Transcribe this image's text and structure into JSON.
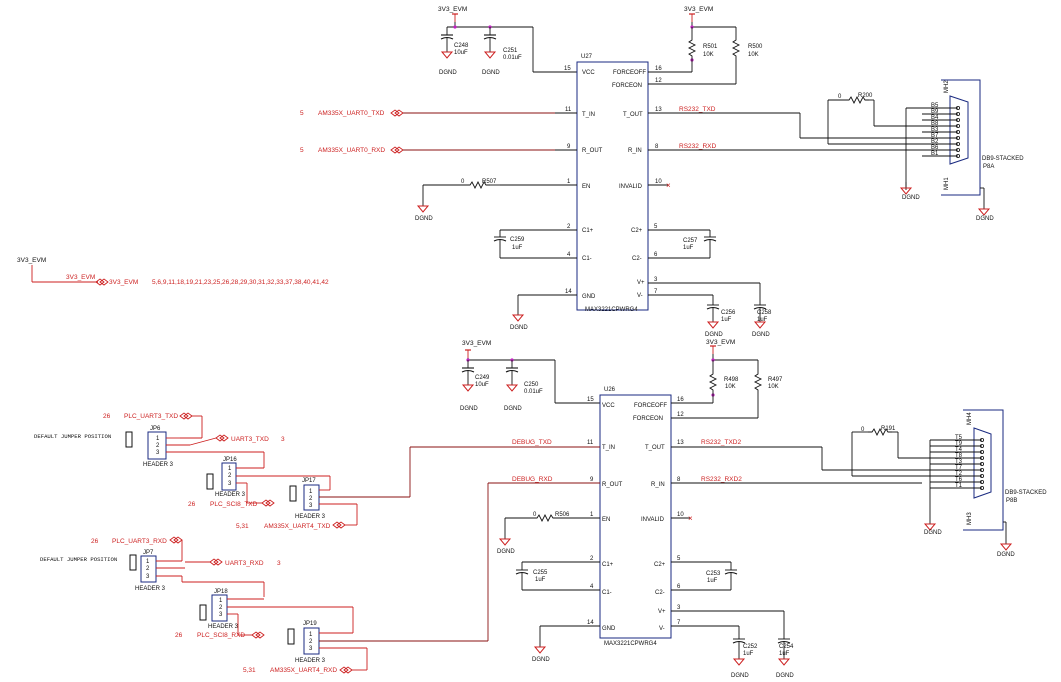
{
  "power": {
    "v3": "3V3_EVM",
    "gnd": "DGND",
    "bus_label": "3V3_EVM",
    "bus_sheets": "5,6,9,11,18,19,21,23,25,26,28,29,30,31,32,33,37,38,40,41,42"
  },
  "u27": {
    "ref": "U27",
    "part": "MAX3221CPWRG4",
    "left_pins": [
      {
        "num": "15",
        "name": "VCC"
      },
      {
        "num": "11",
        "name": "T_IN"
      },
      {
        "num": "9",
        "name": "R_OUT"
      },
      {
        "num": "1",
        "name": "EN"
      },
      {
        "num": "2",
        "name": "C1+"
      },
      {
        "num": "4",
        "name": "C1-"
      },
      {
        "num": "14",
        "name": "GND"
      }
    ],
    "right_pins": [
      {
        "num": "16",
        "name": "FORCEOFF"
      },
      {
        "num": "12",
        "name": "FORCEON"
      },
      {
        "num": "13",
        "name": "T_OUT"
      },
      {
        "num": "8",
        "name": "R_IN"
      },
      {
        "num": "10",
        "name": "INVALID"
      },
      {
        "num": "5",
        "name": "C2+"
      },
      {
        "num": "6",
        "name": "C2-"
      },
      {
        "num": "3",
        "name": "V+"
      },
      {
        "num": "7",
        "name": "V-"
      }
    ],
    "c248": {
      "ref": "C248",
      "val": "10uF"
    },
    "c251": {
      "ref": "C251",
      "val": "0.01uF"
    },
    "c259": {
      "ref": "C259",
      "val": "1uF"
    },
    "c257": {
      "ref": "C257",
      "val": "1uF"
    },
    "c256": {
      "ref": "C256",
      "val": "1uF"
    },
    "c258": {
      "ref": "C258",
      "val": "1uF"
    },
    "r501": {
      "ref": "R501",
      "val": "10K"
    },
    "r500": {
      "ref": "R500",
      "val": "10K"
    },
    "r507": {
      "ref": "R507",
      "val": "0"
    },
    "r200": {
      "ref": "R200",
      "val": "0"
    },
    "tx_net": "AM335X_UART0_TXD",
    "rx_net": "AM335X_UART0_RXD",
    "tx_sheet": "5",
    "rx_sheet": "5",
    "rs_tx": "RS232_TXD",
    "rs_rx": "RS232_RXD"
  },
  "p8a": {
    "label": "DB9-STACKED",
    "ref": "P8A",
    "mh_top": "MH2",
    "mh_bot": "MH1",
    "pins": [
      "B5",
      "B9",
      "B4",
      "B8",
      "B3",
      "B7",
      "B2",
      "B6",
      "B1"
    ]
  },
  "u26": {
    "ref": "U26",
    "part": "MAX3221CPWRG4",
    "left_pins": [
      {
        "num": "15",
        "name": "VCC"
      },
      {
        "num": "11",
        "name": "T_IN"
      },
      {
        "num": "9",
        "name": "R_OUT"
      },
      {
        "num": "1",
        "name": "EN"
      },
      {
        "num": "2",
        "name": "C1+"
      },
      {
        "num": "4",
        "name": "C1-"
      },
      {
        "num": "14",
        "name": "GND"
      }
    ],
    "right_pins": [
      {
        "num": "16",
        "name": "FORCEOFF"
      },
      {
        "num": "12",
        "name": "FORCEON"
      },
      {
        "num": "13",
        "name": "T_OUT"
      },
      {
        "num": "8",
        "name": "R_IN"
      },
      {
        "num": "10",
        "name": "INVALID"
      },
      {
        "num": "5",
        "name": "C2+"
      },
      {
        "num": "6",
        "name": "C2-"
      },
      {
        "num": "3",
        "name": "V+"
      },
      {
        "num": "7",
        "name": "V-"
      }
    ],
    "c249": {
      "ref": "C249",
      "val": "10uF"
    },
    "c250": {
      "ref": "C250",
      "val": "0.01uF"
    },
    "c255": {
      "ref": "C255",
      "val": "1uF"
    },
    "c253": {
      "ref": "C253",
      "val": "1uF"
    },
    "c252": {
      "ref": "C252",
      "val": "1uF"
    },
    "c254": {
      "ref": "C254",
      "val": "1uF"
    },
    "r498": {
      "ref": "R498",
      "val": "10K"
    },
    "r497": {
      "ref": "R497",
      "val": "10K"
    },
    "r506": {
      "ref": "R506",
      "val": "0"
    },
    "r191": {
      "ref": "R191",
      "val": "0"
    },
    "tx_net": "DEBUG_TXD",
    "rx_net": "DEBUG_RXD",
    "rs_tx": "RS232_TXD2",
    "rs_rx": "RS232_RXD2"
  },
  "p8b": {
    "label": "DB9-STACKED",
    "ref": "P8B",
    "mh_top": "MH4",
    "mh_bot": "MH3",
    "pins": [
      "T5",
      "T9",
      "T4",
      "T8",
      "T3",
      "T7",
      "T2",
      "T6",
      "T1"
    ]
  },
  "jumpers": {
    "default_pos": "DEFAULT JUMPER POSITION",
    "header": "HEADER 3",
    "pins": [
      "1",
      "2",
      "3"
    ],
    "jp6": "JP6",
    "jp16": "JP16",
    "jp17": "JP17",
    "jp7": "JP7",
    "jp18": "JP18",
    "jp19": "JP19"
  },
  "nets": {
    "plc_uart3_txd": "PLC_UART3_TXD",
    "plc_uart3_txd_sheet": "26",
    "uart3_txd": "UART3_TXD",
    "uart3_txd_sheet": "3",
    "plc_sci8_txd": "PLC_SCI8_TXD",
    "plc_sci8_txd_sheet": "26",
    "am335x_uart4_txd": "AM335X_UART4_TXD",
    "am335x_uart4_txd_sheet": "5,31",
    "plc_uart3_rxd": "PLC_UART3_RXD",
    "plc_uart3_rxd_sheet": "26",
    "uart3_rxd": "UART3_RXD",
    "uart3_rxd_sheet": "3",
    "plc_sci8_rxd": "PLC_SCI8_RXD",
    "plc_sci8_rxd_sheet": "26",
    "am335x_uart4_rxd": "AM335X_UART4_RXD",
    "am335x_uart4_rxd_sheet": "5,31"
  }
}
